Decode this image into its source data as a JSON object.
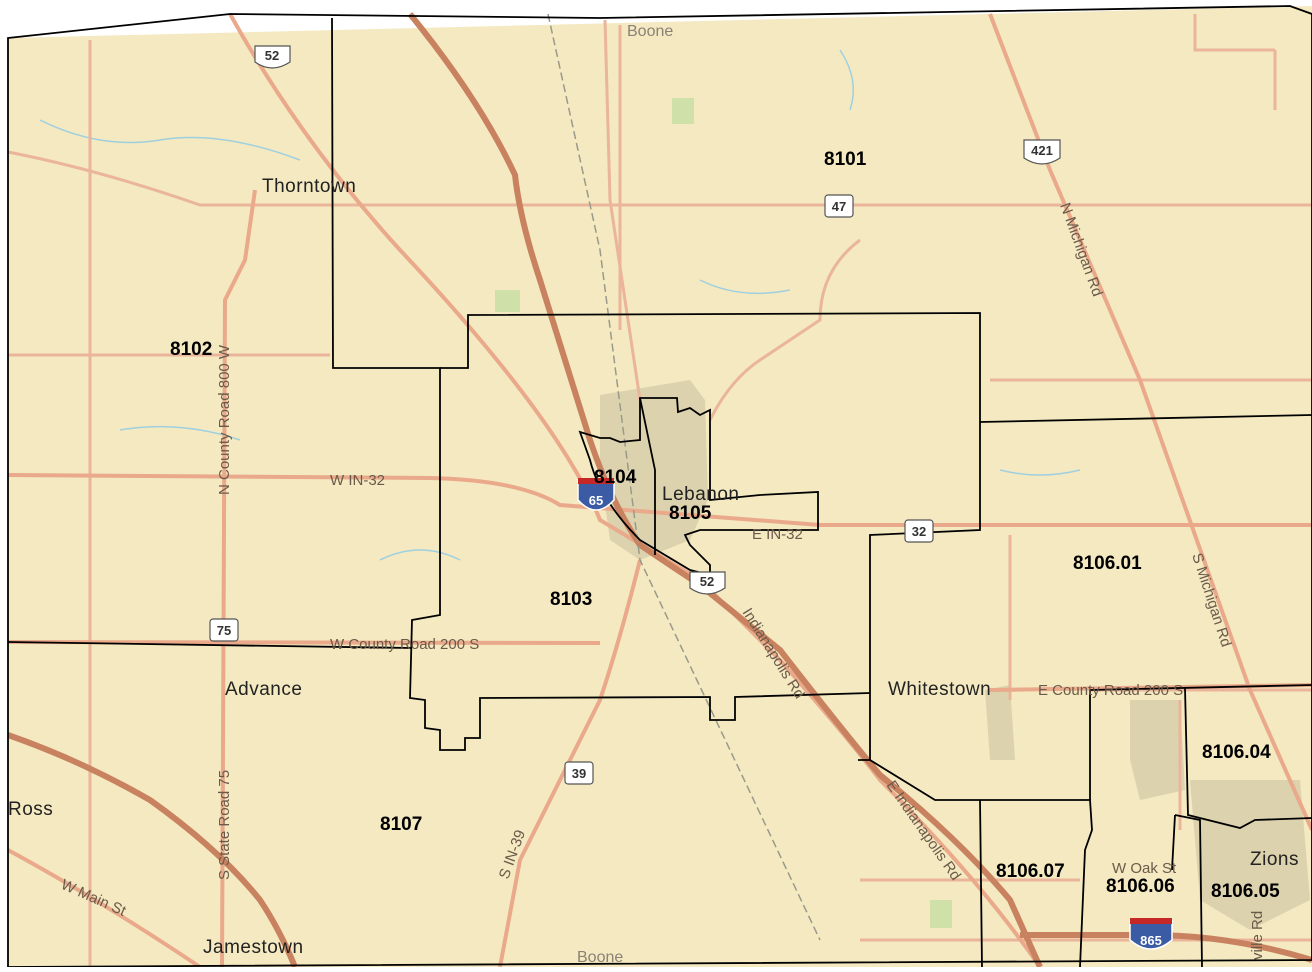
{
  "map": {
    "county_labels": {
      "top": "Boone",
      "bottom": "Boone"
    },
    "places": {
      "thorntown": "Thorntown",
      "lebanon": "Lebanon",
      "advance": "Advance",
      "ross": "Ross",
      "jamestown": "Jamestown",
      "whitestown": "Whitestown",
      "zions": "Zions"
    },
    "tracts": {
      "t8101": "8101",
      "t8102": "8102",
      "t8103": "8103",
      "t8104": "8104",
      "t8105": "8105",
      "t8106_01": "8106.01",
      "t8106_04": "8106.04",
      "t8106_05": "8106.05",
      "t8106_06": "8106.06",
      "t8106_07": "8106.07",
      "t8107": "8107"
    },
    "streets": {
      "w_in32": "W IN-32",
      "e_in32": "E IN-32",
      "w_county_200s": "W County Road 200 S",
      "e_county_200s": "E County Road 200 S",
      "n_county_800w": "N County Road 800 W",
      "s_state_road_75": "S State Road 75",
      "s_in39": "S IN-39",
      "indianapolis_rd": "Indianapolis Rd",
      "e_indianapolis_rd": "E Indianapolis Rd",
      "n_michigan_rd": "N Michigan Rd",
      "s_michigan_rd": "S Michigan Rd",
      "w_main_st": "W Main St",
      "w_oak_st": "W Oak St",
      "ville_rd": "ville Rd"
    },
    "shields": {
      "us52_top": "52",
      "us52_mid": "52",
      "us421": "421",
      "in47": "47",
      "in32": "32",
      "in75": "75",
      "in39": "39",
      "i65": "65",
      "i865": "865"
    },
    "colors": {
      "land": "#f4e9c1",
      "road": "#e9a98a",
      "interstate": "#c9825f",
      "urban": "#d9cfaa",
      "park": "#cfe0a8",
      "water": "#9fd0e0",
      "boundary": "#000000"
    }
  }
}
